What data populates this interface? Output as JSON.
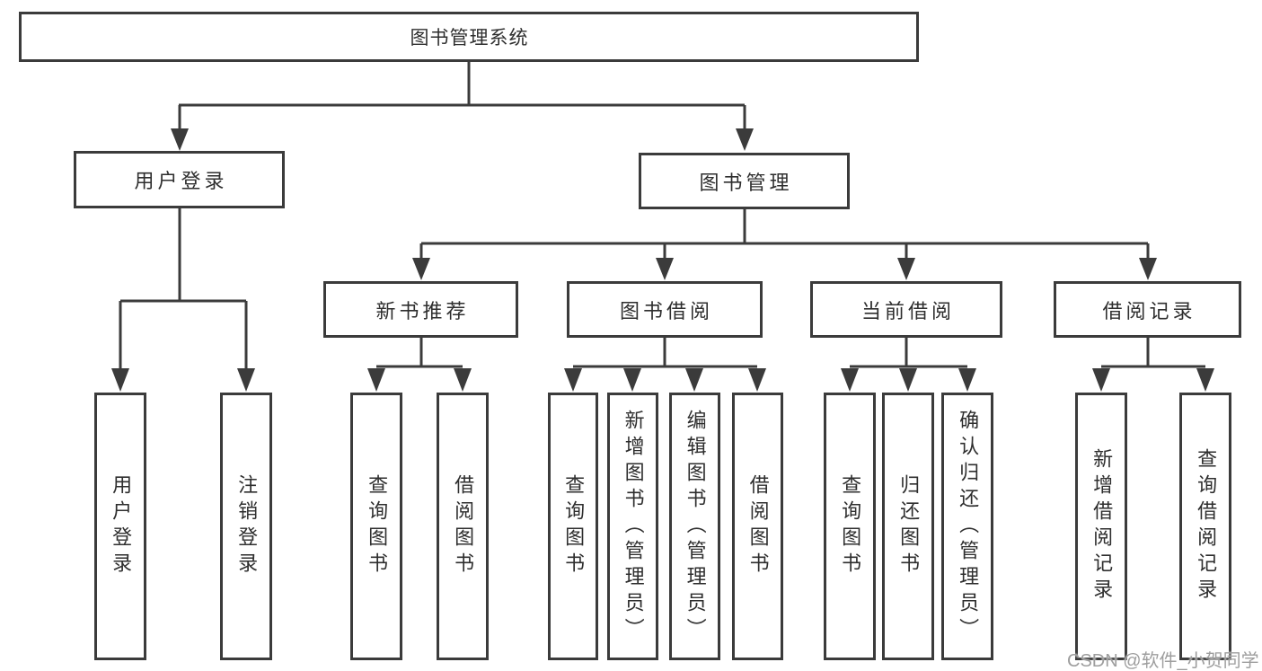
{
  "diagram": {
    "title": "图书管理系统",
    "watermark": "CSDN @软件_小贺同学",
    "colors": {
      "line": "#3b3b3b",
      "text": "#2e2e2e",
      "box_background": "#ffffff",
      "page_background": "#ffffff",
      "watermark": "#9e9e9e"
    },
    "tree": {
      "root": {
        "label": "图书管理系统"
      },
      "branches": [
        {
          "label": "用户登录",
          "children": [
            {
              "label": "用户登录"
            },
            {
              "label": "注销登录"
            }
          ]
        },
        {
          "label": "图书管理",
          "children": [
            {
              "label": "新书推荐",
              "children": [
                {
                  "label": "查询图书"
                },
                {
                  "label": "借阅图书"
                }
              ]
            },
            {
              "label": "图书借阅",
              "children": [
                {
                  "label": "查询图书"
                },
                {
                  "label": "新增图书（管理员）"
                },
                {
                  "label": "编辑图书（管理员）"
                },
                {
                  "label": "借阅图书"
                }
              ]
            },
            {
              "label": "当前借阅",
              "children": [
                {
                  "label": "查询图书"
                },
                {
                  "label": "归还图书"
                },
                {
                  "label": "确认归还（管理员）"
                }
              ]
            },
            {
              "label": "借阅记录",
              "children": [
                {
                  "label": "新增借阅记录"
                },
                {
                  "label": "查询借阅记录"
                }
              ]
            }
          ]
        }
      ]
    }
  }
}
